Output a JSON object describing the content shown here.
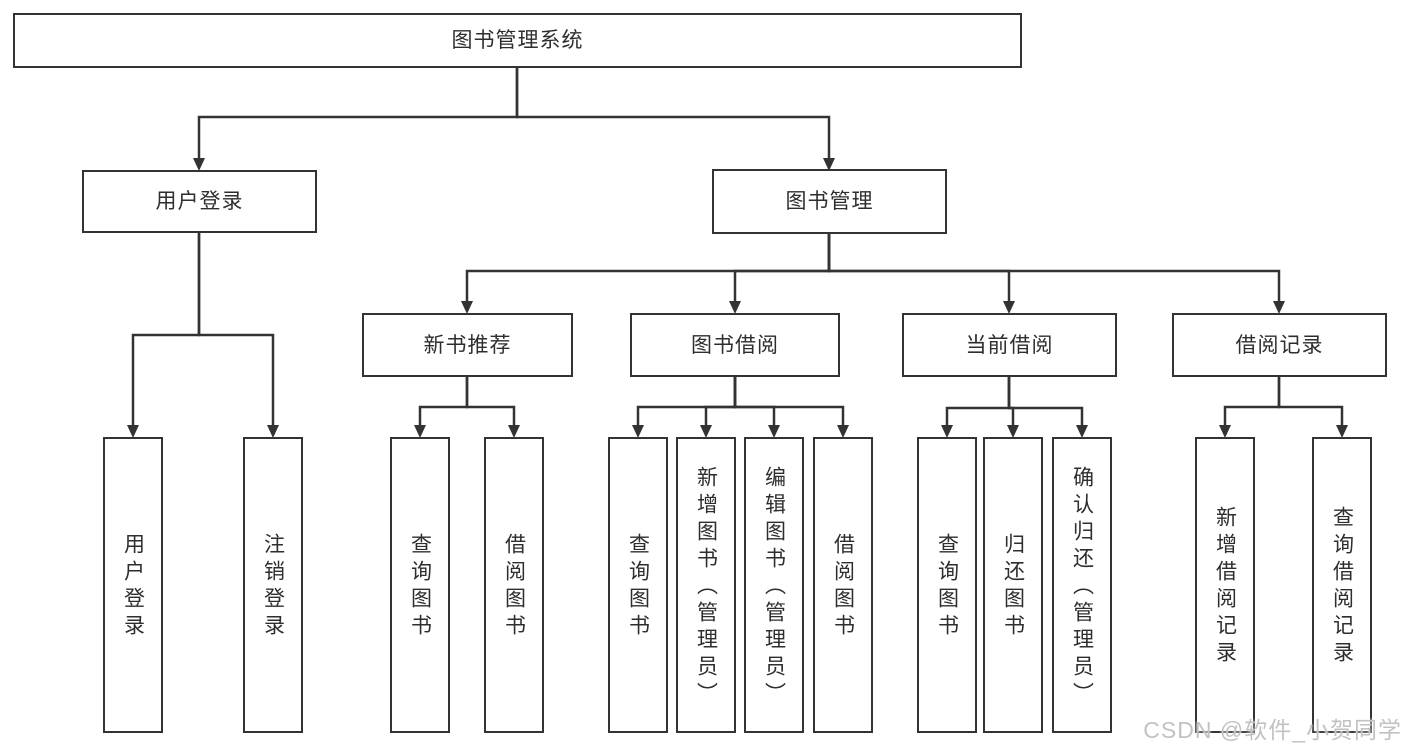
{
  "diagram": {
    "root": "图书管理系统",
    "branches": [
      {
        "label": "用户登录",
        "children": [
          "用户登录",
          "注销登录"
        ]
      },
      {
        "label": "图书管理",
        "groups": [
          {
            "label": "新书推荐",
            "children": [
              "查询图书",
              "借阅图书"
            ]
          },
          {
            "label": "图书借阅",
            "children": [
              "查询图书",
              "新增图书（管理员）",
              "编辑图书（管理员）",
              "借阅图书"
            ]
          },
          {
            "label": "当前借阅",
            "children": [
              "查询图书",
              "归还图书",
              "确认归还（管理员）"
            ]
          },
          {
            "label": "借阅记录",
            "children": [
              "新增借阅记录",
              "查询借阅记录"
            ]
          }
        ]
      }
    ]
  },
  "watermark": "CSDN @软件_小贺同学",
  "colors": {
    "line": "#333333",
    "box_border": "#333333",
    "box_fill": "#ffffff",
    "text": "#2e2e2e",
    "watermark": "#c2c2c2",
    "background": "#ffffff"
  }
}
